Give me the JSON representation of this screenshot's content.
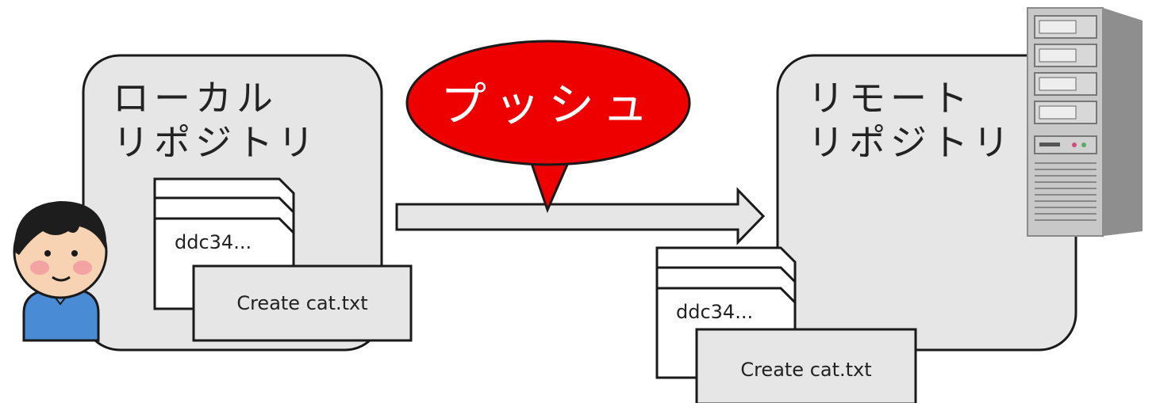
{
  "local_repo": {
    "title_line1": "ローカル",
    "title_line2": "リポジトリ"
  },
  "remote_repo": {
    "title_line1": "リモート",
    "title_line2": "リポジトリ"
  },
  "push_label": "プッシュ",
  "local_commits": {
    "hash_label": "ddc34...",
    "message_label": "Create cat.txt"
  },
  "remote_commits": {
    "hash_label": "ddc34...",
    "message_label": "Create cat.txt"
  },
  "colors": {
    "box_fill": "#e6e6e6",
    "bubble_fill": "#ee0000",
    "stroke": "#1a1a1a"
  }
}
